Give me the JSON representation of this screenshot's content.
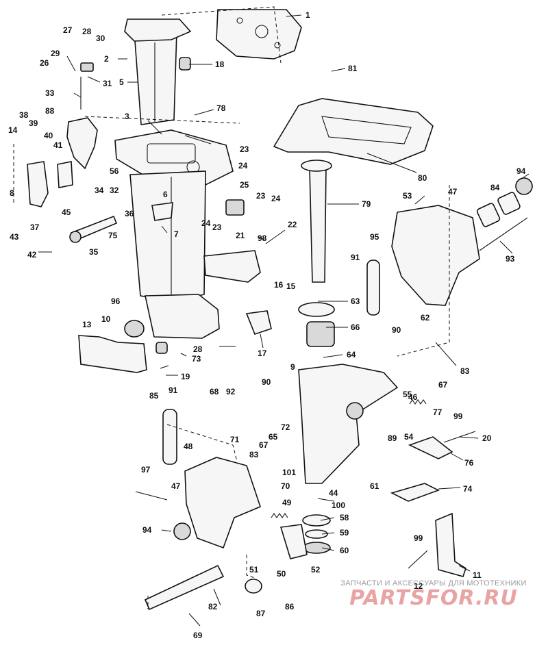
{
  "diagram": {
    "watermark_caption": "ЗАПЧАСТИ И АКСЕССУАРЫ ДЛЯ МОТОТЕХНИКИ",
    "watermark_logo": "PARTSFOR.RU",
    "watermark_color": "#e9a3a3",
    "callouts": [
      "1",
      "2",
      "3",
      "5",
      "6",
      "7",
      "8",
      "9",
      "10",
      "11",
      "12",
      "13",
      "14",
      "15",
      "16",
      "17",
      "18",
      "19",
      "20",
      "21",
      "22",
      "23",
      "24",
      "25",
      "26",
      "27",
      "28",
      "29",
      "30",
      "31",
      "32",
      "33",
      "34",
      "35",
      "36",
      "37",
      "38",
      "39",
      "40",
      "41",
      "42",
      "43",
      "44",
      "45",
      "46",
      "47",
      "48",
      "49",
      "50",
      "51",
      "52",
      "53",
      "54",
      "55",
      "56",
      "58",
      "59",
      "60",
      "61",
      "62",
      "63",
      "64",
      "65",
      "66",
      "67",
      "68",
      "69",
      "70",
      "71",
      "72",
      "73",
      "74",
      "75",
      "76",
      "77",
      "78",
      "79",
      "80",
      "81",
      "82",
      "83",
      "84",
      "85",
      "86",
      "87",
      "88",
      "89",
      "90",
      "91",
      "92",
      "93",
      "94",
      "95",
      "96",
      "97",
      "98",
      "99",
      "100",
      "101"
    ]
  }
}
